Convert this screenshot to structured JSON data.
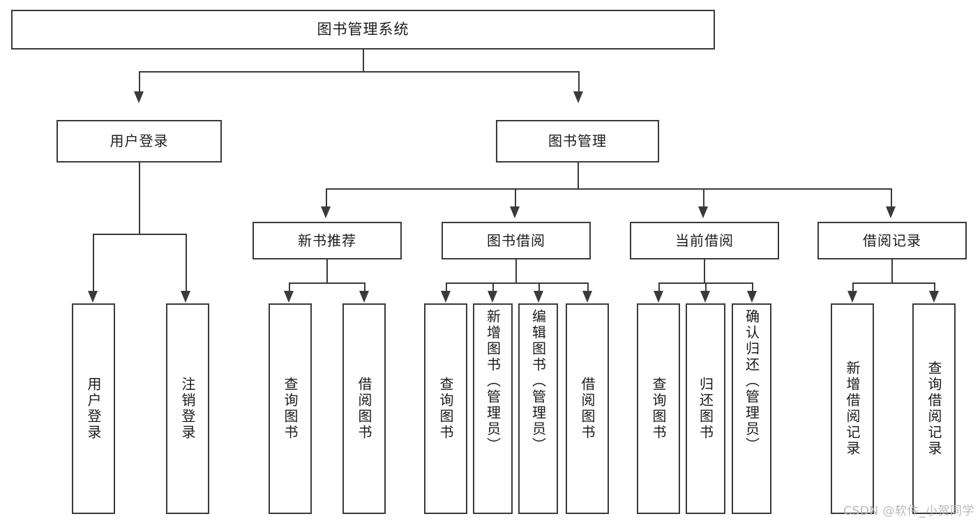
{
  "diagram": {
    "title": "图书管理系统",
    "watermark": "CSDN @软件_小贺同学",
    "colors": {
      "stroke": "#3a3a3a",
      "background": "#ffffff",
      "text": "#1b1b1b",
      "watermark": "#b9b9b9"
    },
    "root": {
      "label": "图书管理系统"
    },
    "level2": [
      {
        "label": "用户登录"
      },
      {
        "label": "图书管理"
      }
    ],
    "level3": [
      {
        "label": "新书推荐"
      },
      {
        "label": "图书借阅"
      },
      {
        "label": "当前借阅"
      },
      {
        "label": "借阅记录"
      }
    ],
    "leaves": {
      "user_login": [
        {
          "label": "用户登录"
        },
        {
          "label": "注销登录"
        }
      ],
      "new_book_recommend": [
        {
          "label": "查询图书"
        },
        {
          "label": "借阅图书"
        }
      ],
      "book_borrow": [
        {
          "label": "查询图书"
        },
        {
          "label": "新增图书（管理员）"
        },
        {
          "label": "编辑图书（管理员）"
        },
        {
          "label": "借阅图书"
        }
      ],
      "current_borrow": [
        {
          "label": "查询图书"
        },
        {
          "label": "归还图书"
        },
        {
          "label": "确认归还（管理员）"
        }
      ],
      "borrow_record": [
        {
          "label": "新增借阅记录"
        },
        {
          "label": "查询借阅记录"
        }
      ]
    }
  }
}
